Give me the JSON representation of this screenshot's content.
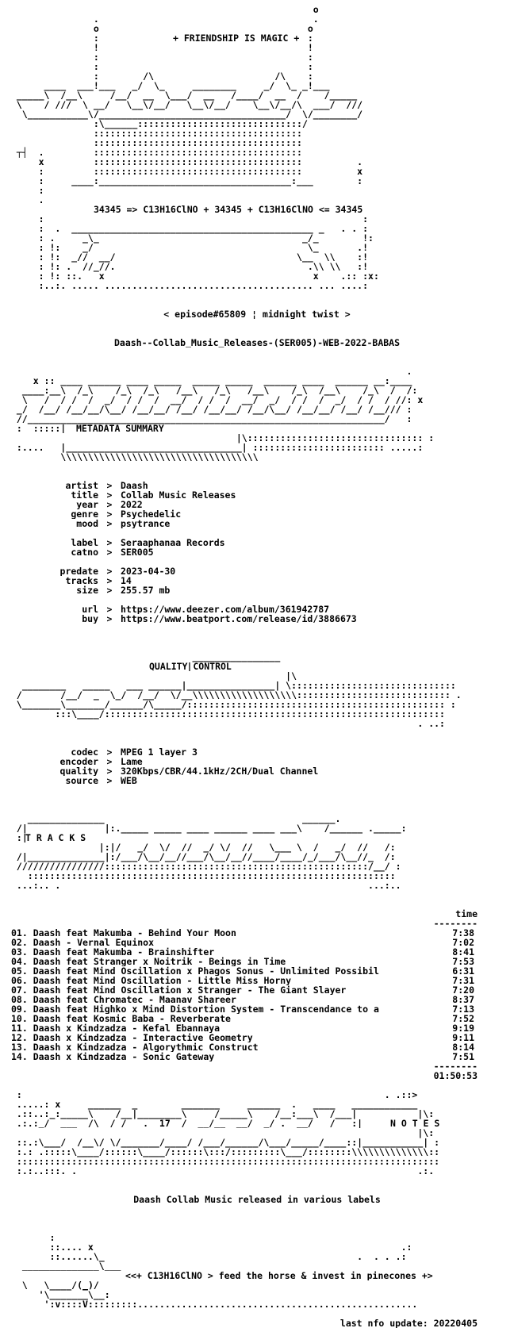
{
  "header": {
    "tagline": "+ FRIENDSHIP IS MAGIC +",
    "formula": "34345 => C13H16ClNO + 34345 + C13H16ClNO <= 34345",
    "episode": "< episode#65809 ¦ midnight twist >",
    "release_name": "Daash--Collab_Music_Releases-(SER005)-WEB-2022-BABAS"
  },
  "metadata": {
    "section_title": "METADATA SUMMARY",
    "fields": [
      {
        "key": "artist",
        "value": "Daash"
      },
      {
        "key": "title",
        "value": "Collab Music Releases"
      },
      {
        "key": "year",
        "value": "2022"
      },
      {
        "key": "genre",
        "value": "Psychedelic"
      },
      {
        "key": "mood",
        "value": "psytrance"
      }
    ],
    "label_fields": [
      {
        "key": "label",
        "value": "Seraaphanaa Records"
      },
      {
        "key": "catno",
        "value": "SER005"
      }
    ],
    "release_fields": [
      {
        "key": "predate",
        "value": "2023-04-30"
      },
      {
        "key": "tracks",
        "value": "14"
      },
      {
        "key": "size",
        "value": "255.57 mb"
      }
    ],
    "link_fields": [
      {
        "key": "url",
        "value": "https://www.deezer.com/album/361942787"
      },
      {
        "key": "buy",
        "value": "https://www.beatport.com/release/id/3886673"
      }
    ]
  },
  "quality": {
    "section_title": "QUALITY CONTROL",
    "fields": [
      {
        "key": "codec",
        "value": "MPEG 1 layer 3"
      },
      {
        "key": "encoder",
        "value": "Lame"
      },
      {
        "key": "quality",
        "value": "320Kbps/CBR/44.1kHz/2CH/Dual Channel"
      },
      {
        "key": "source",
        "value": "WEB"
      }
    ]
  },
  "tracks": {
    "section_title": "T R A C K S",
    "time_header": "time",
    "divider": "--------",
    "list": [
      {
        "title": "01. Daash feat Makumba - Behind Your Moon",
        "time": "7:38"
      },
      {
        "title": "02. Daash - Vernal Equinox",
        "time": "7:02"
      },
      {
        "title": "03. Daash feat Makumba - Brainshifter",
        "time": "8:41"
      },
      {
        "title": "04. Daash feat Stranger x Noitrik - Beings in Time",
        "time": "7:53"
      },
      {
        "title": "05. Daash feat Mind Oscillation x Phagos Sonus - Unlimited Possibil",
        "time": "6:31"
      },
      {
        "title": "06. Daash feat Mind Oscillation - Little Miss Horny",
        "time": "7:31"
      },
      {
        "title": "07. Daash feat Mind Oscillation x Stranger - The Giant Slayer",
        "time": "7:20"
      },
      {
        "title": "08. Daash feat Chromatec - Maanav Shareer",
        "time": "8:37"
      },
      {
        "title": "09. Daash feat Highko x Mind Distortion System - Transcendance to a",
        "time": "7:13"
      },
      {
        "title": "10. Daash feat Kosmic Baba - Reverberate",
        "time": "7:52"
      },
      {
        "title": "11. Daash x Kindzadza - Kefal Ebannaya",
        "time": "9:19"
      },
      {
        "title": "12. Daash x Kindzadza - Interactive Geometry",
        "time": "9:11"
      },
      {
        "title": "13. Daash x Kindzadza - Algorythmic Construct",
        "time": "8:14"
      },
      {
        "title": "14. Daash x Kindzadza - Sonic Gateway",
        "time": "7:51"
      }
    ],
    "total": "01:50:53"
  },
  "notes": {
    "section_title": "N O T E S",
    "text": "Daash Collab Music released in various labels"
  },
  "footer": {
    "slogan": "<<+ C13H16ClNO > feed the horse & invest in pinecones +>",
    "last_update": "last nfo update: 20220405"
  }
}
